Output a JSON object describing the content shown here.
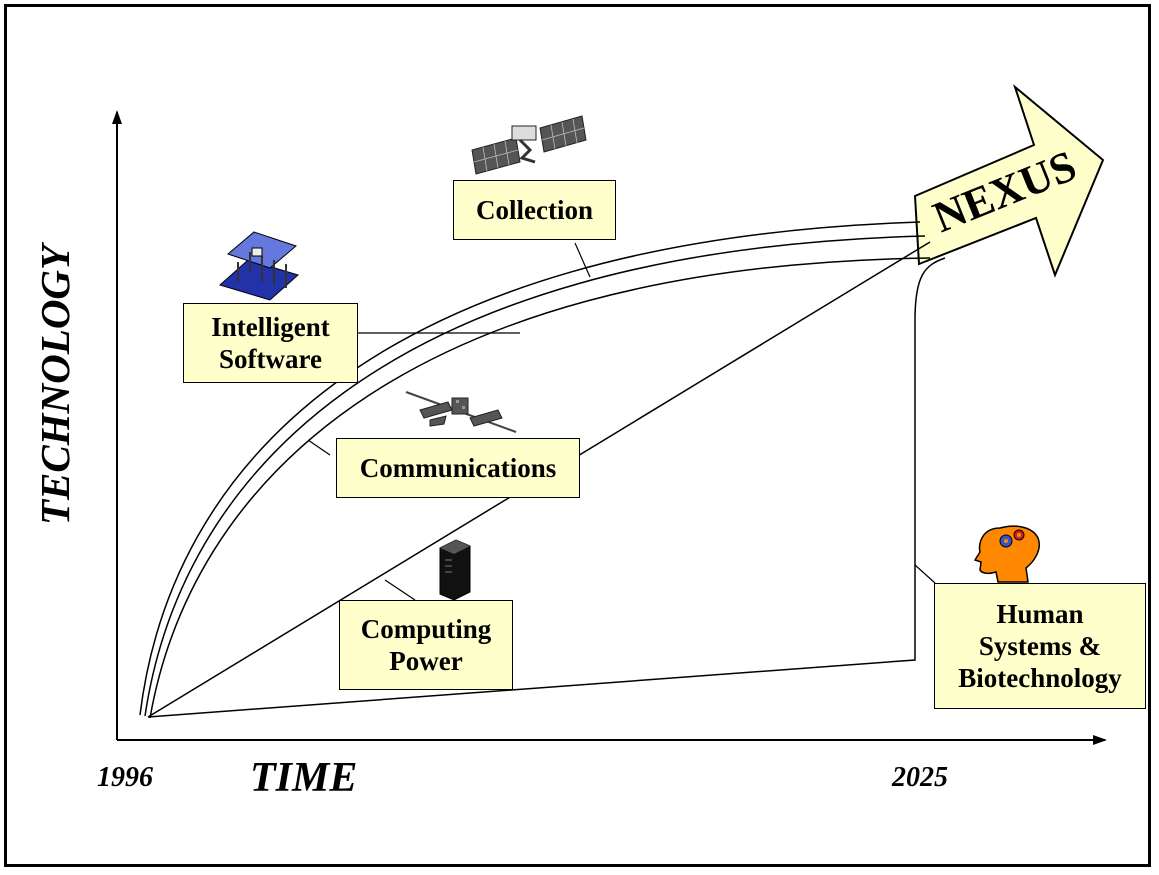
{
  "axes": {
    "y_label": "TECHNOLOGY",
    "x_label": "TIME",
    "x_start": "1996",
    "x_end": "2025"
  },
  "target": {
    "label": "NEXUS",
    "arrow_color": "#ffffcc"
  },
  "labels": {
    "collection": "Collection",
    "intelligent_software_line1": "Intelligent",
    "intelligent_software_line2": "Software",
    "communications": "Communications",
    "computing_power_line1": "Computing",
    "computing_power_line2": "Power",
    "human_line1": "Human",
    "human_line2": "Systems &",
    "human_line3": "Biotechnology"
  },
  "icons": {
    "collection": "satellite-icon",
    "intelligent_software": "microchip-icon",
    "communications": "space-station-icon",
    "computing_power": "computer-tower-icon",
    "human": "head-with-gears-icon"
  },
  "colors": {
    "label_fill": "#ffffcc",
    "line": "#000000"
  }
}
